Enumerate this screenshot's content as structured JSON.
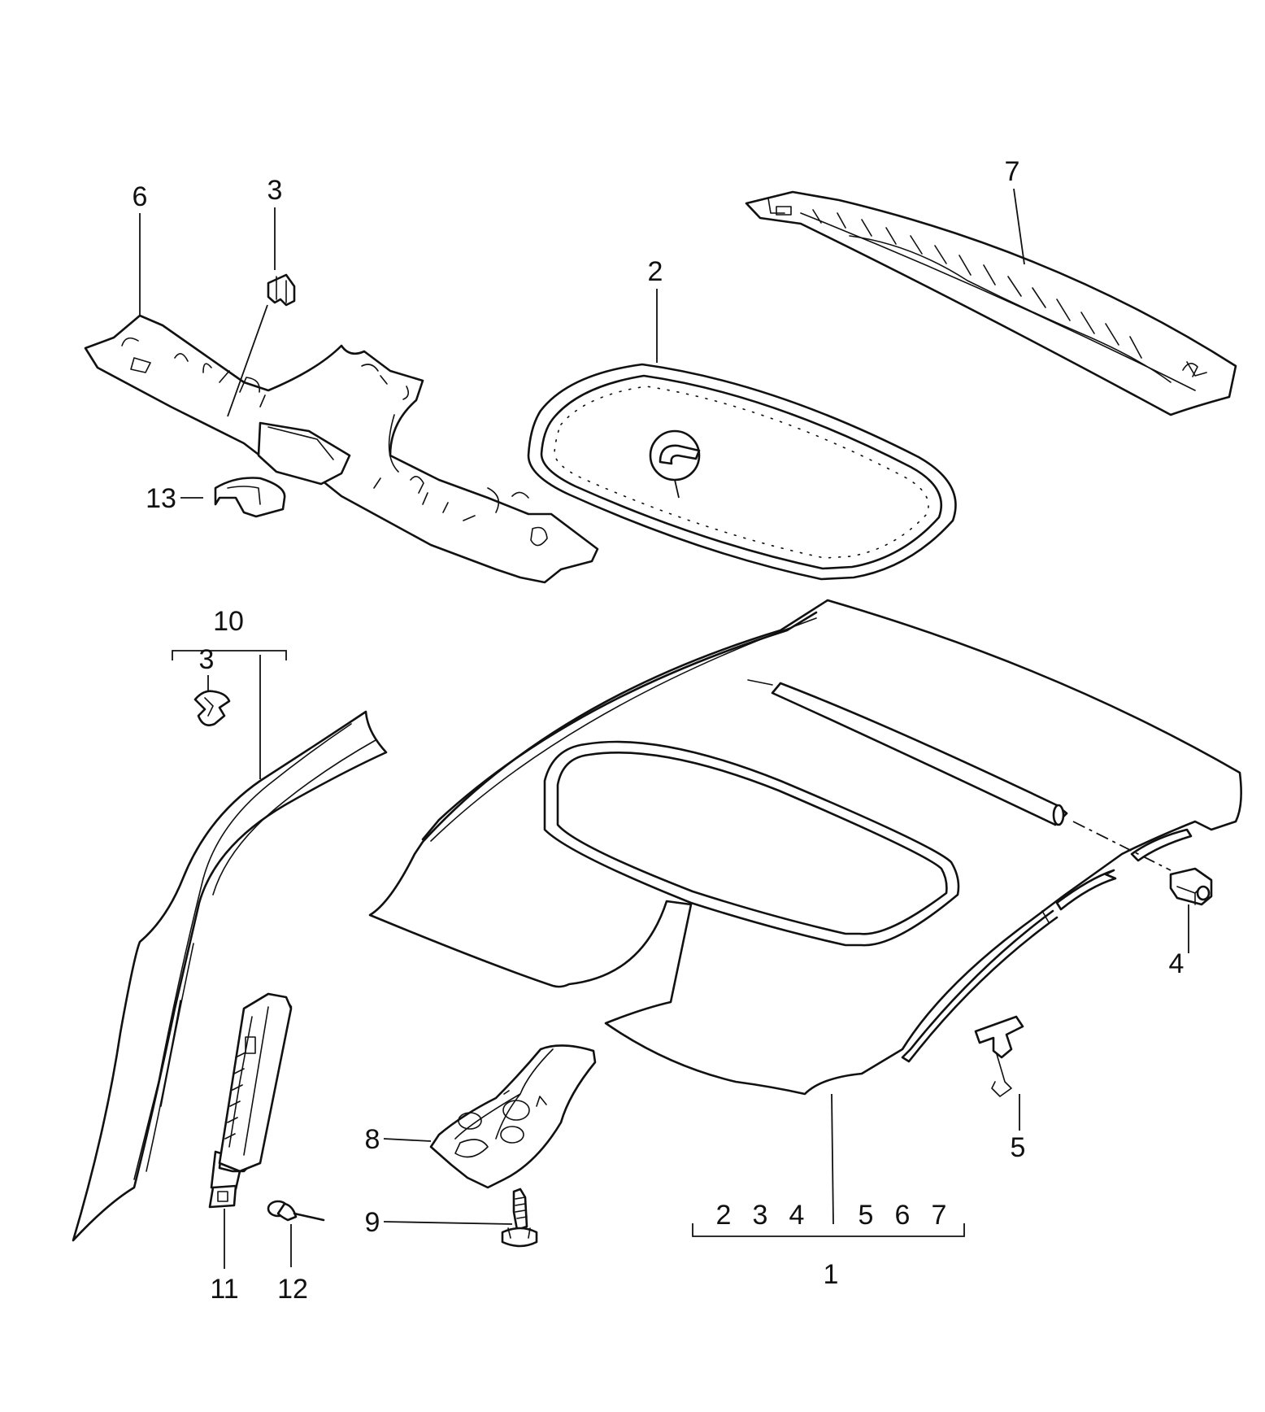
{
  "callouts": {
    "c1": "1",
    "c2": "2",
    "c3a": "3",
    "c3b": "3",
    "c4": "4",
    "c5": "5",
    "c6": "6",
    "c7": "7",
    "c8": "8",
    "c9": "9",
    "c10": "10",
    "c11": "11",
    "c12": "12",
    "c13": "13"
  },
  "group_headliner": [
    "2",
    "3",
    "4",
    "5",
    "6",
    "7"
  ]
}
